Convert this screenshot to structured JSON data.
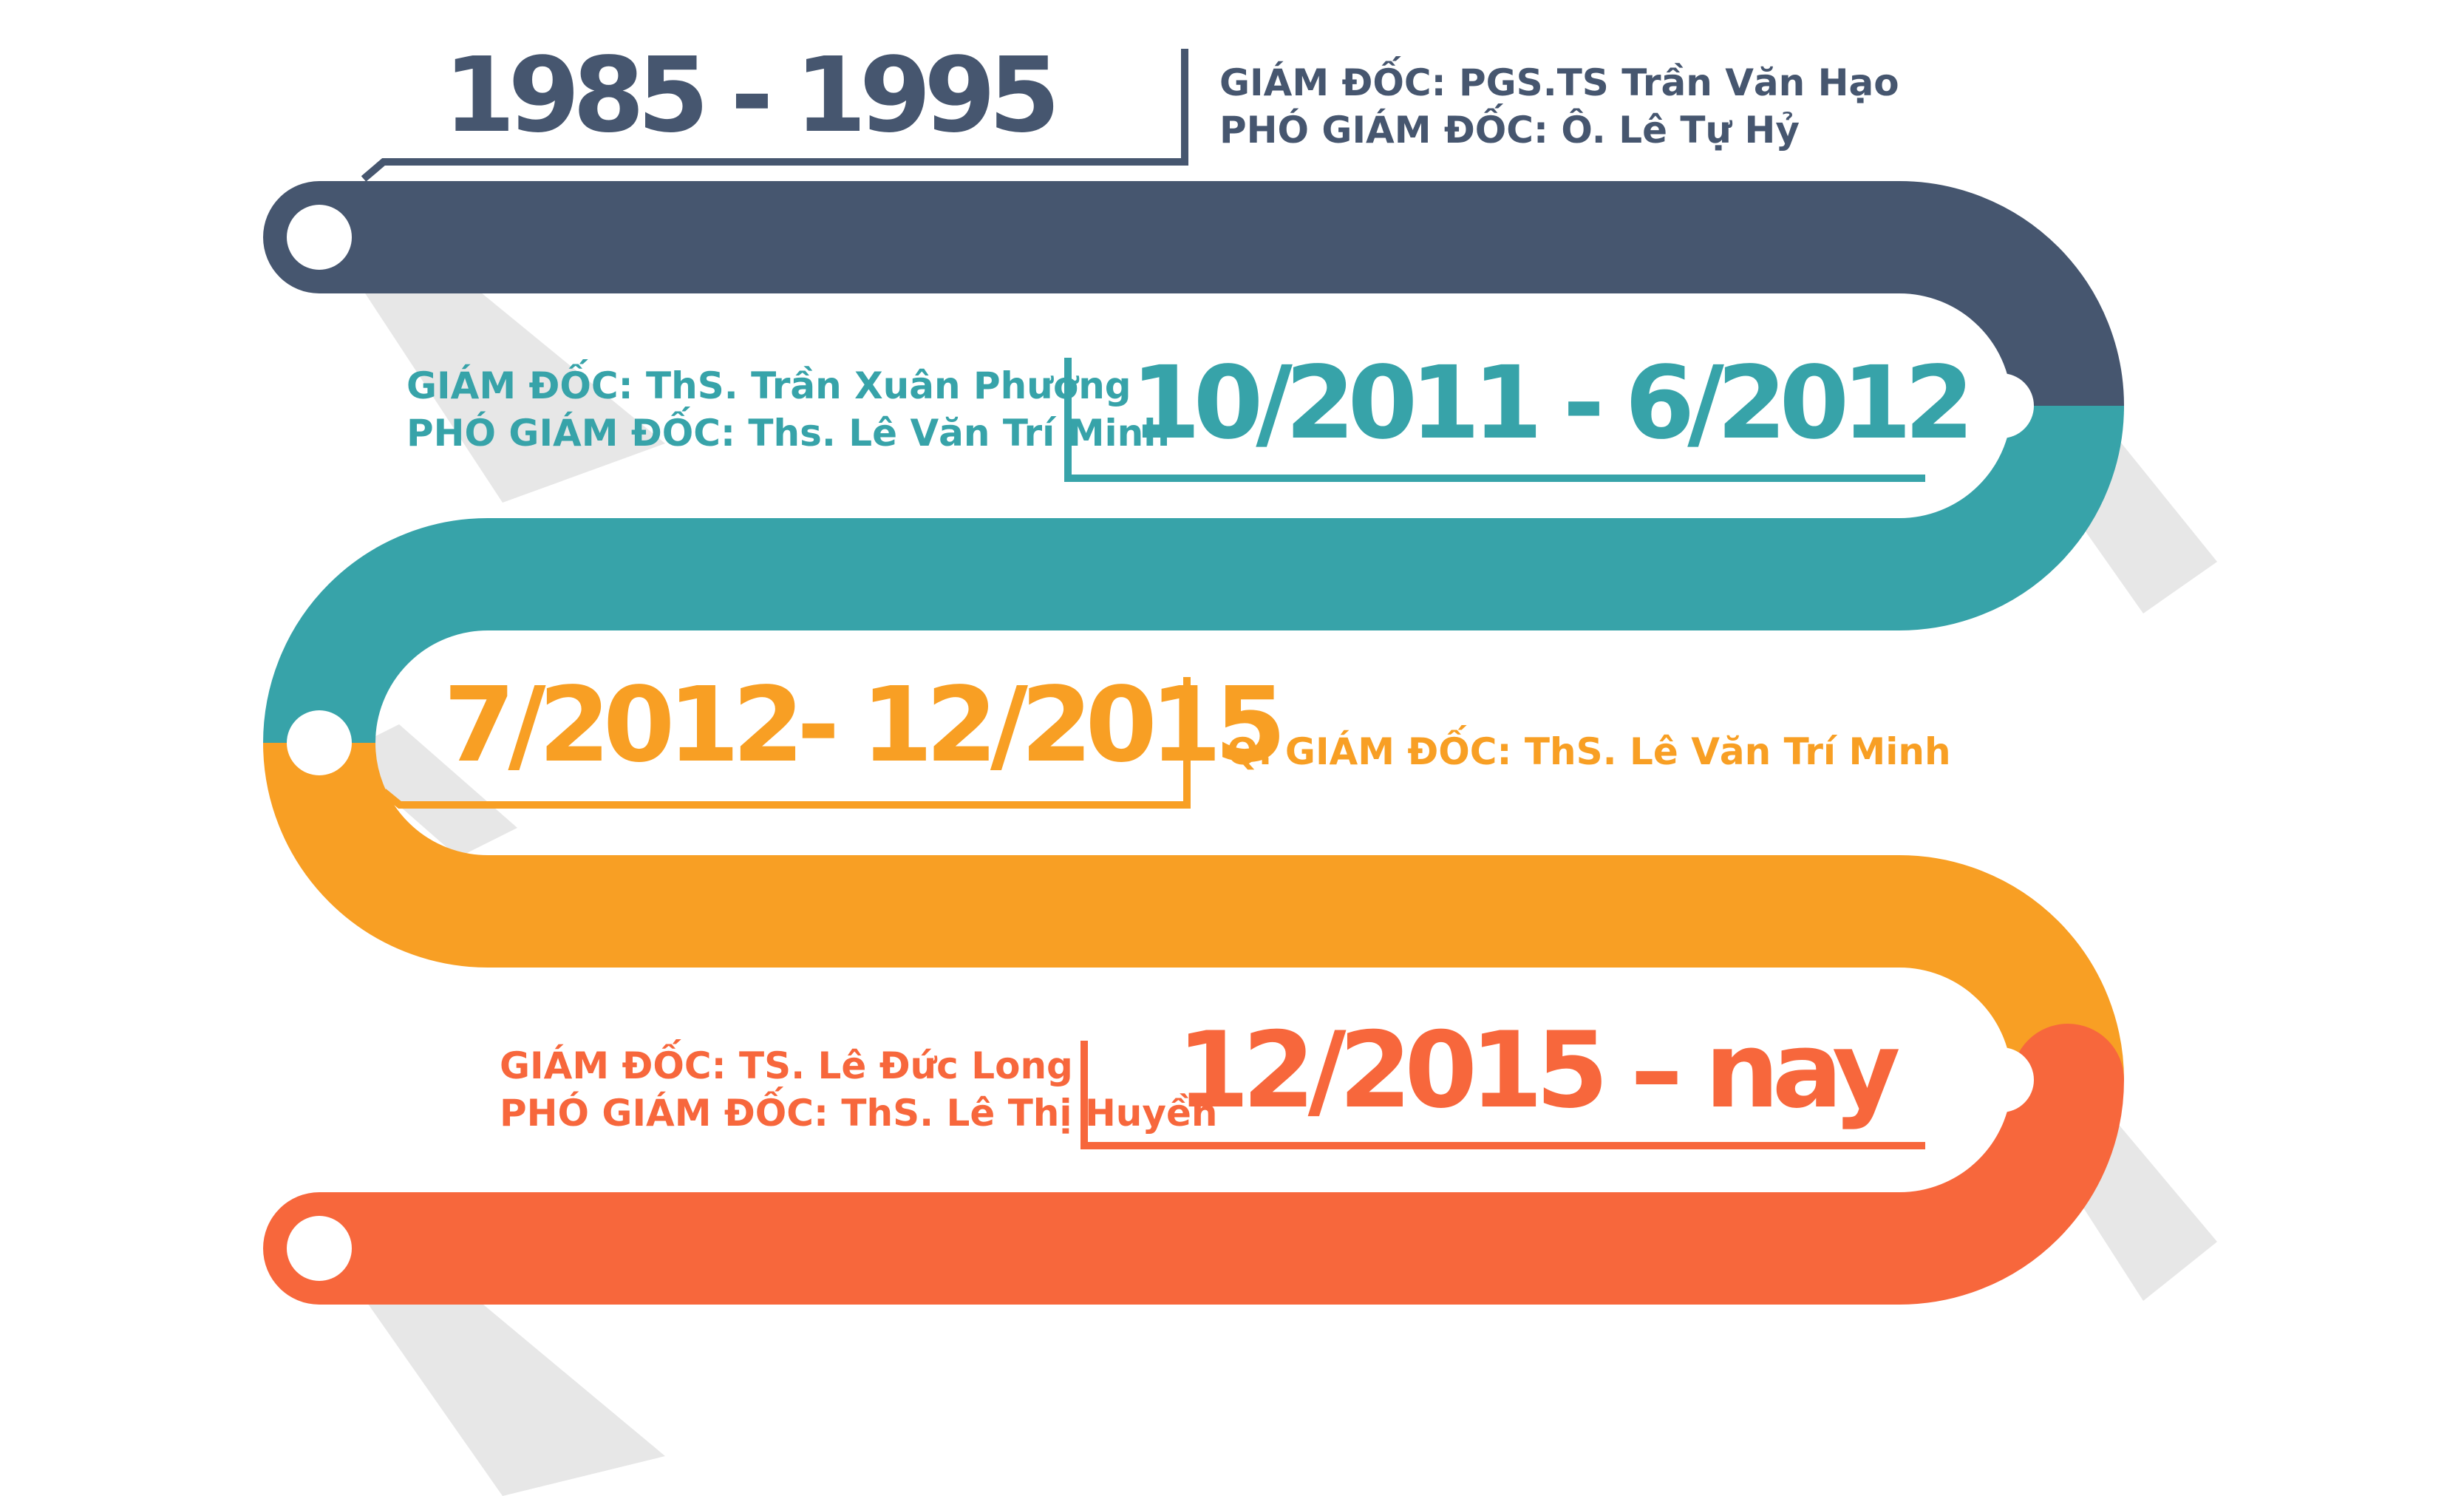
{
  "colors": {
    "navy": "#46566f",
    "teal": "#37a3a9",
    "orange": "#f89f24",
    "red": "#f7673c",
    "node": "#ffffff",
    "shadow": "#e3e3e3"
  },
  "timeline": {
    "stages": [
      {
        "period": "1985 - 1995",
        "color": "#46566f",
        "lines": [
          "GIÁM ĐỐC: PGS.TS Trần Văn Hạo",
          "PHÓ GIÁM ĐỐC: Ô. Lê Tự Hỷ"
        ]
      },
      {
        "period": "10/2011 - 6/2012",
        "color": "#37a3a9",
        "lines": [
          "GIÁM ĐỐC: ThS. Trần Xuân Phương",
          "PHÓ GIÁM ĐỐC: Ths. Lê Văn Trí Minh"
        ]
      },
      {
        "period": "7/2012- 12/2015",
        "color": "#f89f24",
        "lines": [
          "Q. GIÁM ĐỐC: ThS. Lê Văn Trí Minh"
        ]
      },
      {
        "period": "12/2015 – nay",
        "color": "#f7673c",
        "lines": [
          "GIÁM ĐỐC: TS. Lê Đức Long",
          "PHÓ GIÁM ĐỐC: ThS. Lê Thị Huyền"
        ]
      }
    ]
  }
}
